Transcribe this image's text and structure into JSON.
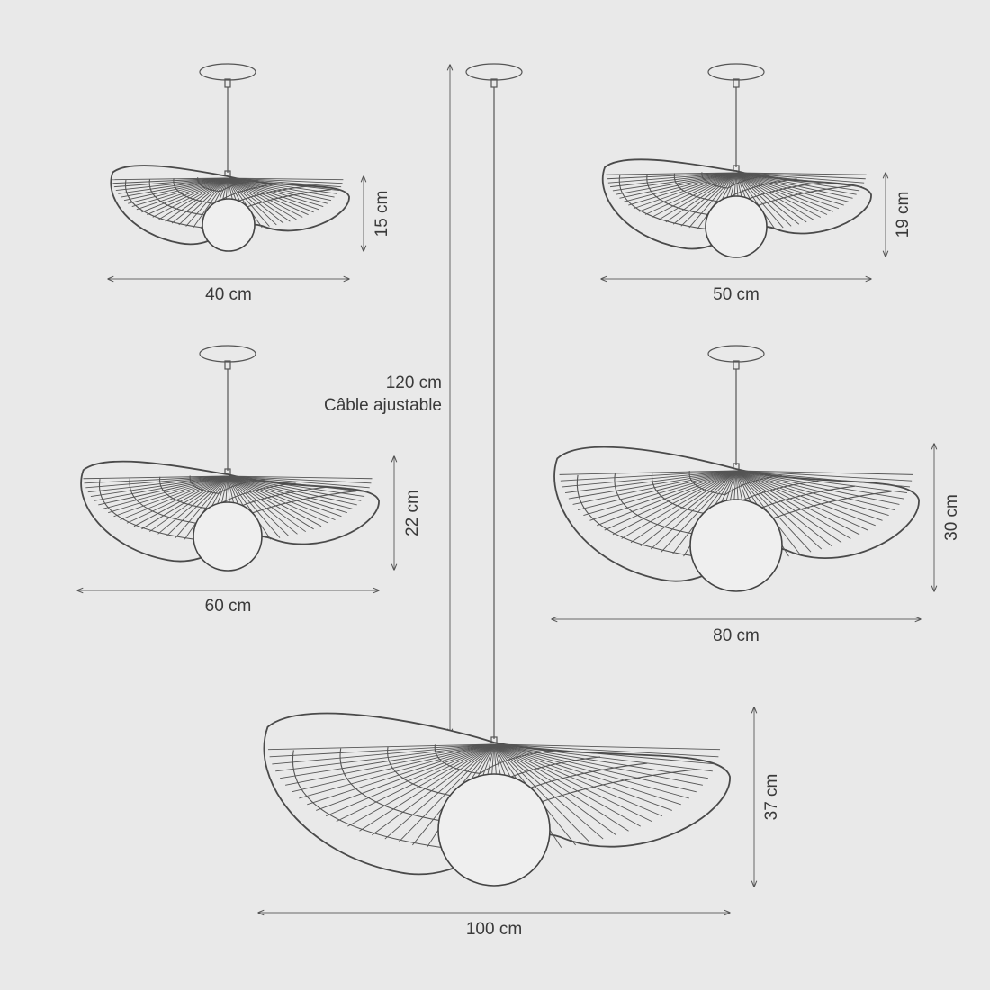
{
  "lamps": [
    {
      "id": "lamp-40",
      "width_label": "40 cm",
      "height_label": "15 cm"
    },
    {
      "id": "lamp-50",
      "width_label": "50 cm",
      "height_label": "19 cm"
    },
    {
      "id": "lamp-60",
      "width_label": "60 cm",
      "height_label": "22 cm"
    },
    {
      "id": "lamp-80",
      "width_label": "80 cm",
      "height_label": "30 cm"
    },
    {
      "id": "lamp-100",
      "width_label": "100 cm",
      "height_label": "37 cm"
    }
  ],
  "cable": {
    "length_label": "120 cm",
    "note_label": "Câble ajustable"
  }
}
